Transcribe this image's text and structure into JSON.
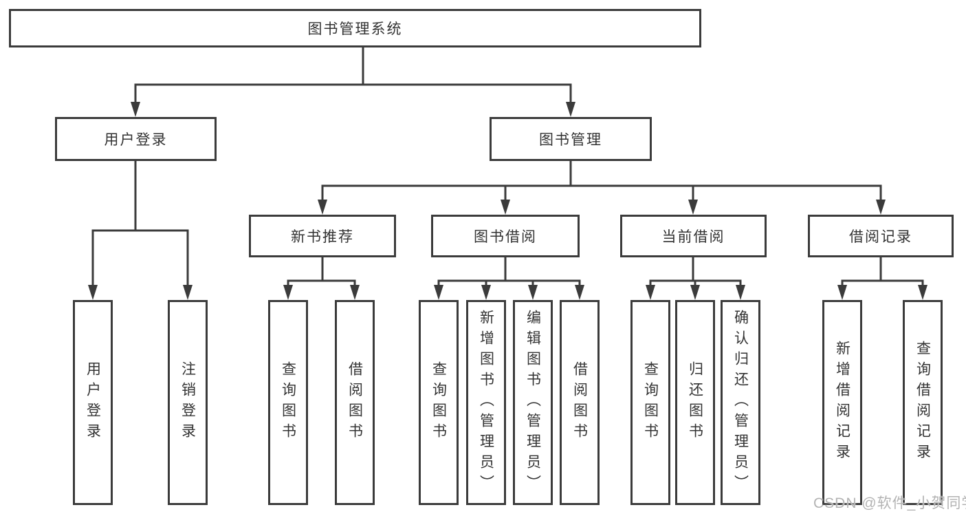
{
  "diagram": {
    "title": "图书管理系统",
    "nodes": {
      "root": {
        "label": "图书管理系统",
        "level": 1
      },
      "user_login": {
        "label": "用户登录",
        "level": 2
      },
      "book_mgmt": {
        "label": "图书管理",
        "level": 2
      },
      "new_book_rec": {
        "label": "新书推荐",
        "level": 3
      },
      "book_borrow": {
        "label": "图书借阅",
        "level": 3
      },
      "current_borrow": {
        "label": "当前借阅",
        "level": 3
      },
      "borrow_record": {
        "label": "借阅记录",
        "level": 3
      },
      "leaf_user_login": {
        "label": "用户登录",
        "level": 4
      },
      "leaf_logout": {
        "label": "注销登录",
        "level": 4
      },
      "leaf_query_book_1": {
        "label": "查询图书",
        "level": 4
      },
      "leaf_borrow_book_1": {
        "label": "借阅图书",
        "level": 4
      },
      "leaf_query_book_2": {
        "label": "查询图书",
        "level": 4
      },
      "leaf_add_book": {
        "label": "新增图书（管理员）",
        "level": 4
      },
      "leaf_edit_book": {
        "label": "编辑图书（管理员）",
        "level": 4
      },
      "leaf_borrow_book_2": {
        "label": "借阅图书",
        "level": 4
      },
      "leaf_query_book_3": {
        "label": "查询图书",
        "level": 4
      },
      "leaf_return_book": {
        "label": "归还图书",
        "level": 4
      },
      "leaf_confirm_return": {
        "label": "确认归还（管理员）",
        "level": 4
      },
      "leaf_add_record": {
        "label": "新增借阅记录",
        "level": 4
      },
      "leaf_query_record": {
        "label": "查询借阅记录",
        "level": 4
      }
    },
    "edges": [
      {
        "from": "root",
        "to": "user_login"
      },
      {
        "from": "root",
        "to": "book_mgmt"
      },
      {
        "from": "user_login",
        "to": "leaf_user_login"
      },
      {
        "from": "user_login",
        "to": "leaf_logout"
      },
      {
        "from": "book_mgmt",
        "to": "new_book_rec"
      },
      {
        "from": "book_mgmt",
        "to": "book_borrow"
      },
      {
        "from": "book_mgmt",
        "to": "current_borrow"
      },
      {
        "from": "book_mgmt",
        "to": "borrow_record"
      },
      {
        "from": "new_book_rec",
        "to": "leaf_query_book_1"
      },
      {
        "from": "new_book_rec",
        "to": "leaf_borrow_book_1"
      },
      {
        "from": "book_borrow",
        "to": "leaf_query_book_2"
      },
      {
        "from": "book_borrow",
        "to": "leaf_add_book"
      },
      {
        "from": "book_borrow",
        "to": "leaf_edit_book"
      },
      {
        "from": "book_borrow",
        "to": "leaf_borrow_book_2"
      },
      {
        "from": "current_borrow",
        "to": "leaf_query_book_3"
      },
      {
        "from": "current_borrow",
        "to": "leaf_return_book"
      },
      {
        "from": "current_borrow",
        "to": "leaf_confirm_return"
      },
      {
        "from": "borrow_record",
        "to": "leaf_add_record"
      },
      {
        "from": "borrow_record",
        "to": "leaf_query_record"
      }
    ],
    "watermark": "CSDN @软件_小贺同学",
    "colors": {
      "background": "#ffffff",
      "line": "#3b3b3b",
      "box_border": "#3b3b3b",
      "box_fill": "#ffffff",
      "text": "#333333",
      "watermark": "#b3b3b3"
    }
  }
}
